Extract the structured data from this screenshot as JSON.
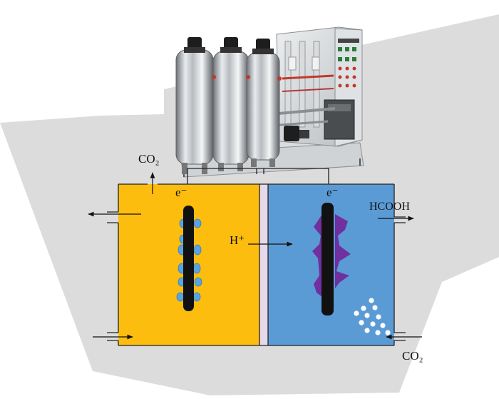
{
  "labels": {
    "co2_top": "CO₂",
    "electron_anode": "e⁻",
    "electron_cathode": "e⁻",
    "hcooh": "HCOOH",
    "proton": "H⁺",
    "co2_bottom": "CO₂"
  },
  "colors": {
    "background_shape": "#dcdcdc",
    "anode_chamber": "#fdbd0e",
    "cathode_chamber": "#5b9bd5",
    "membrane": "#e6d9ec",
    "electrode": "#111111",
    "anode_bubbles": "#5ba3e0",
    "biofilm": "#7030a0",
    "product_dots": "#ffffff",
    "wire": "#222222"
  },
  "equipment": {
    "tank_count": 3,
    "icons": [
      "stainless-tank-icon",
      "control-panel-icon",
      "pump-icon"
    ]
  }
}
